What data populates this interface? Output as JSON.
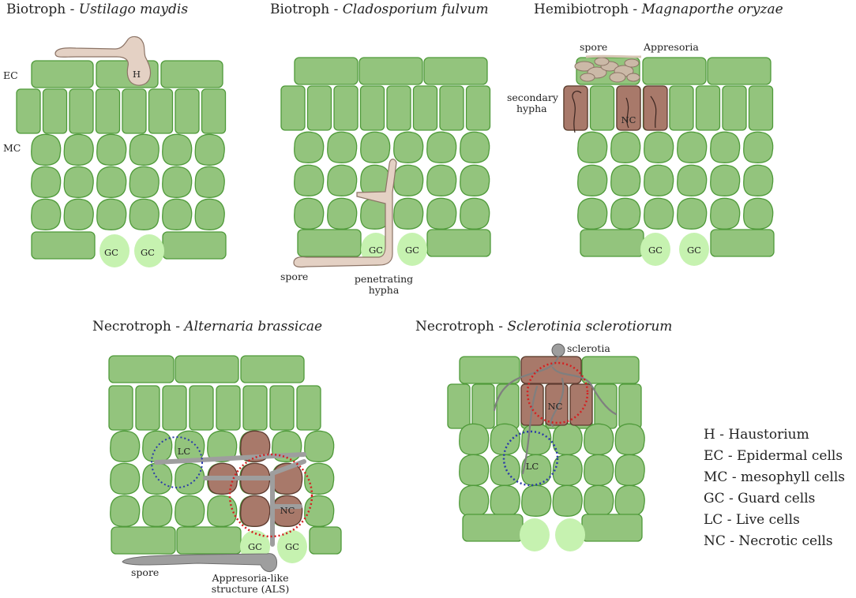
{
  "panels": [
    {
      "id": "p1",
      "type_label": "Biotroph - ",
      "species": "Ustilago maydis"
    },
    {
      "id": "p2",
      "type_label": "Biotroph - ",
      "species": "Cladosporium fulvum"
    },
    {
      "id": "p3",
      "type_label": "Hemibiotroph - ",
      "species": "Magnaporthe oryzae"
    },
    {
      "id": "p4",
      "type_label": "Necrotroph - ",
      "species": "Alternaria brassicae"
    },
    {
      "id": "p5",
      "type_label": "Necrotroph - ",
      "species": "Sclerotinia sclerotiorum"
    }
  ],
  "labels": {
    "ec": "EC",
    "mc": "MC",
    "h": "H",
    "gc": "GC",
    "nc": "NC",
    "lc": "LC",
    "spore": "spore",
    "penetrating_1": "penetrating",
    "penetrating_2": "hypha",
    "appresoria": "Appresoria",
    "secondary_1": "secondary",
    "secondary_2": "hypha",
    "als_1": "Appresoria-like",
    "als_2": "structure (ALS)",
    "sclerotia": "sclerotia"
  },
  "legend": [
    "H - Haustorium",
    "EC - Epidermal cells",
    "MC - mesophyll cells",
    "GC - Guard cells",
    "LC - Live cells",
    "NC - Necrotic cells"
  ],
  "colors": {
    "cell_fill": "#93c47d",
    "cell_stroke": "#4f9a3a",
    "guard_fill": "#c6f2b0",
    "necrotic_fill": "#a8796a",
    "necrotic_stroke": "#5e3b30",
    "fungus_biotroph": "#e4d1c4",
    "fungus_stroke": "#8c7466",
    "fungus_necrotroph": "#9e9e9e",
    "live_circle": "#2a3aa8",
    "necrotic_circle": "#d42020"
  }
}
